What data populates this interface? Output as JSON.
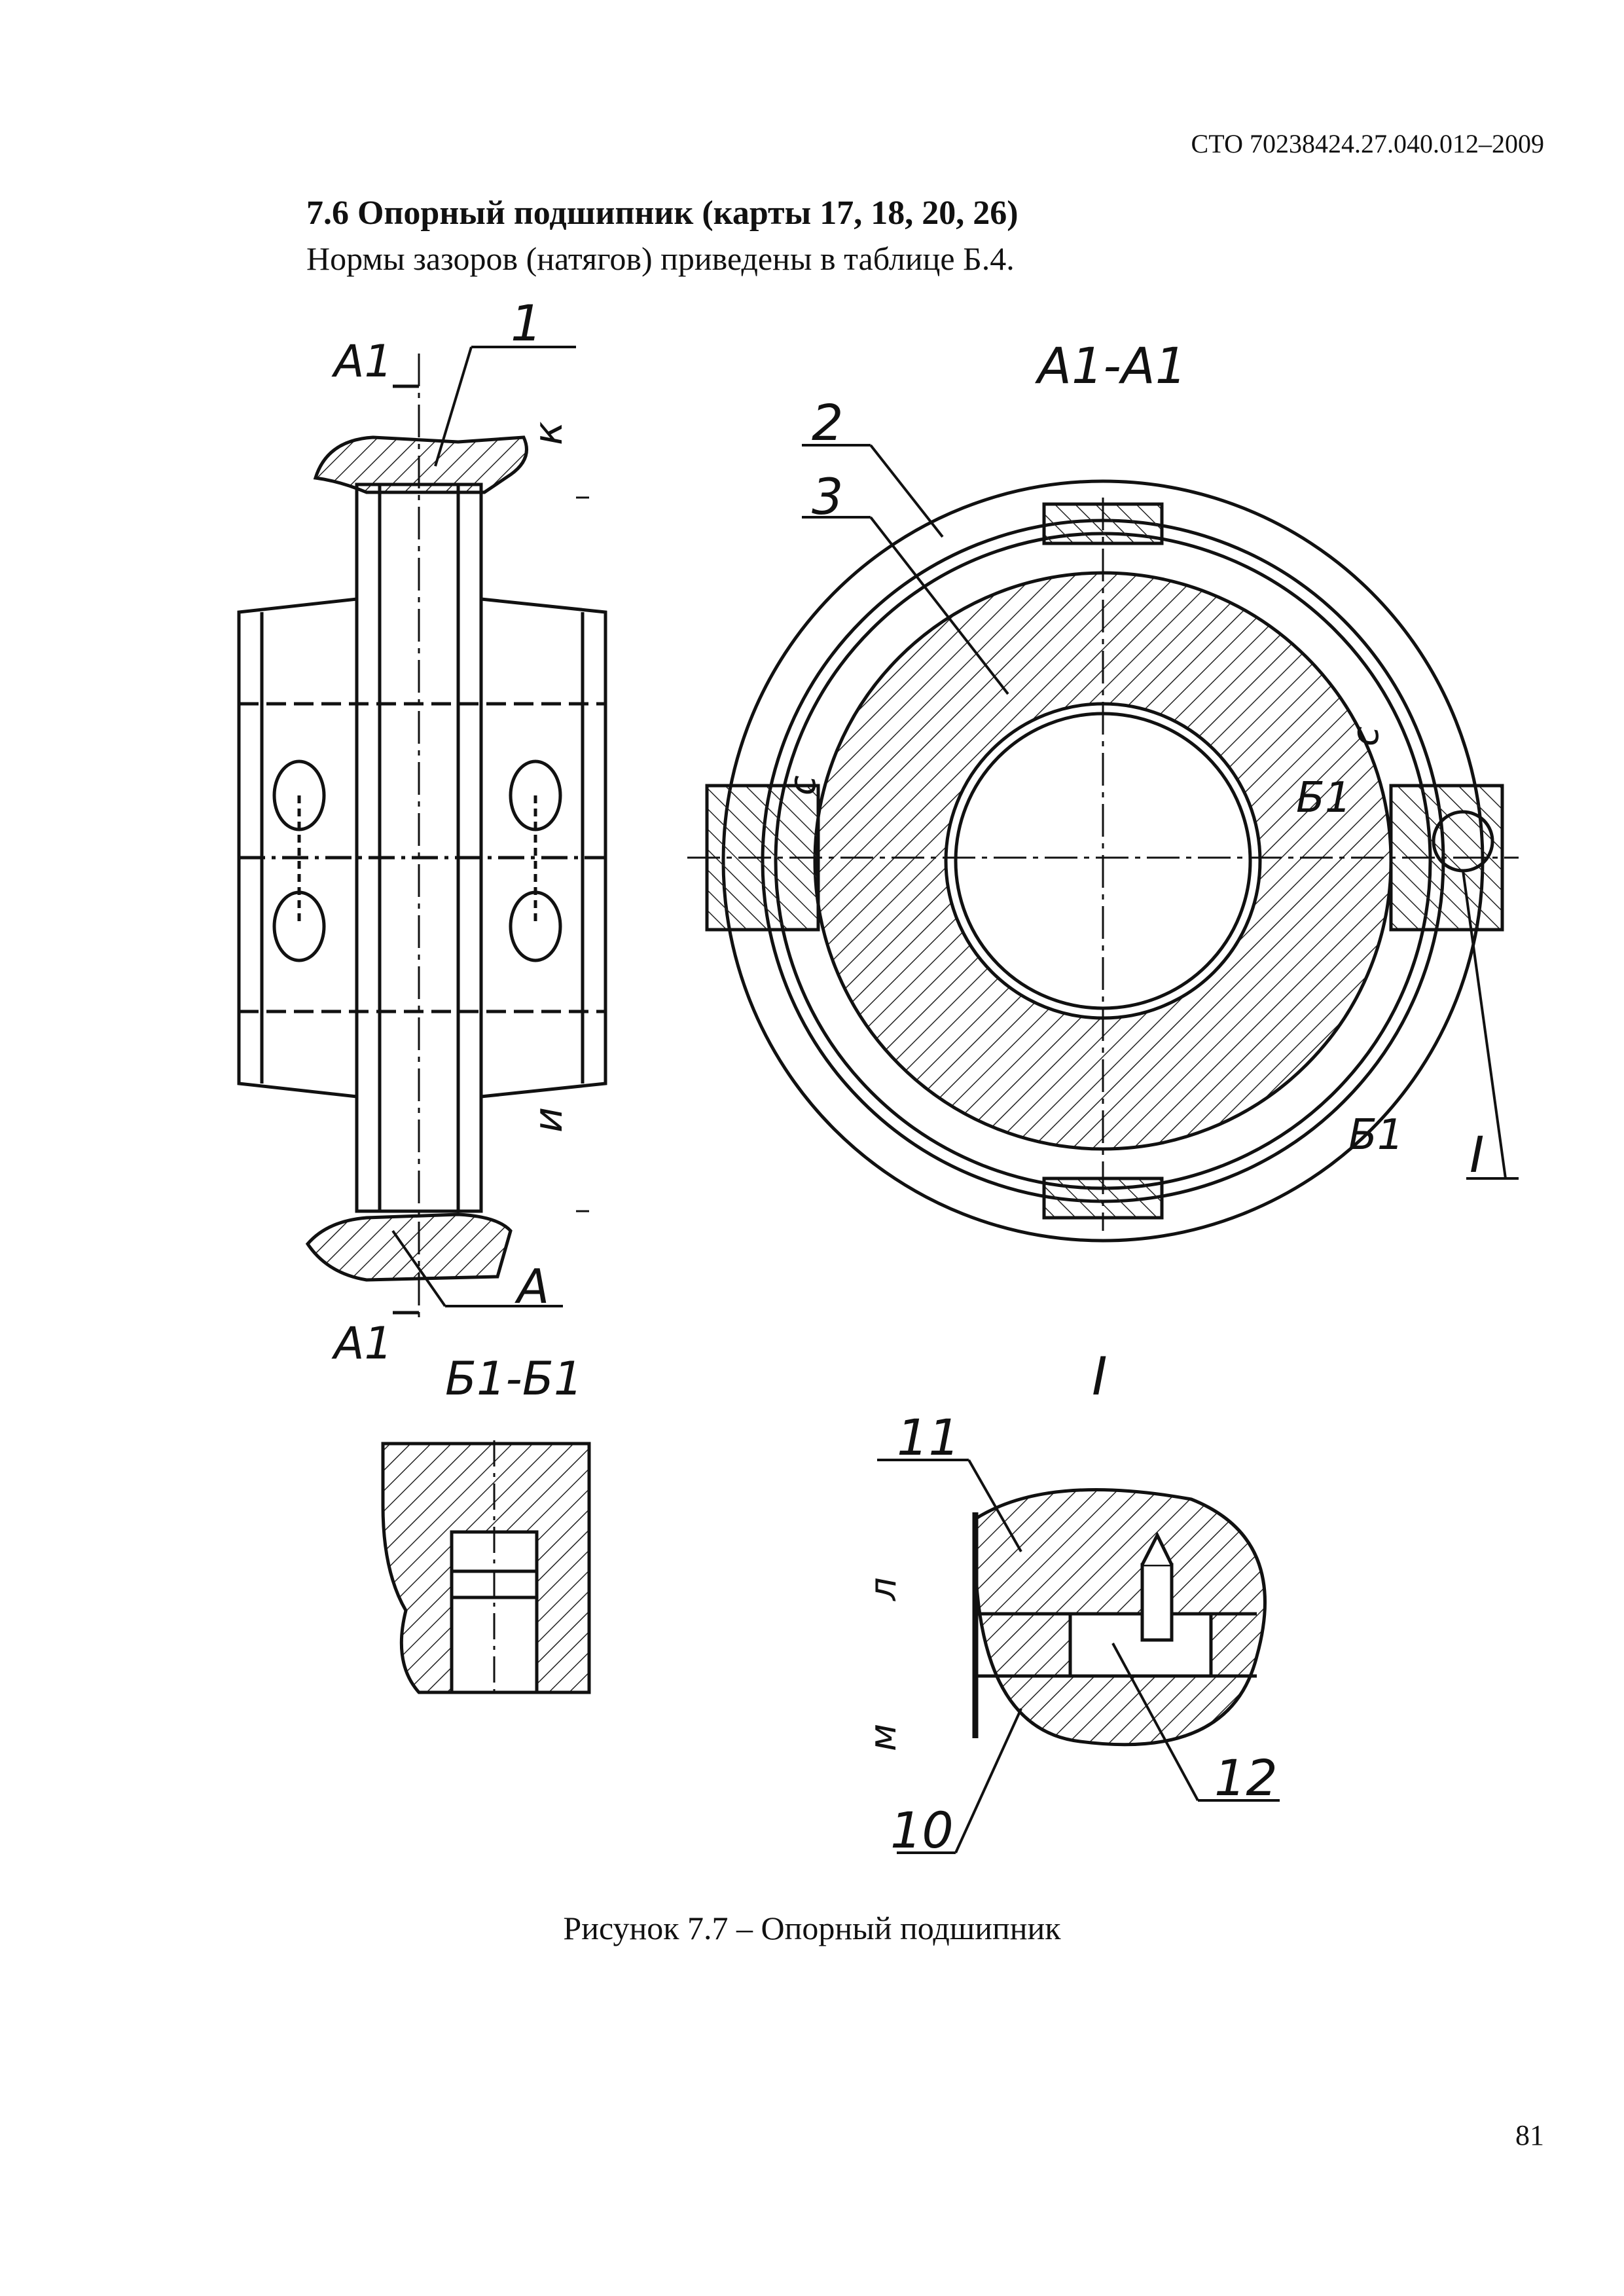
{
  "header": {
    "doc_code": "СТО 70238424.27.040.012–2009"
  },
  "section": {
    "title": "7.6 Опорный подшипник (карты 17, 18, 20, 26)",
    "text": "Нормы зазоров (натягов) приведены в таблице Б.4."
  },
  "figure": {
    "caption": "Рисунок 7.7 – Опорный подшипник",
    "section_labels": {
      "a1_a1": "А1-А1",
      "b1_b1": "Б1-Б1",
      "detail": "I"
    },
    "view_marks": {
      "a1_top": "А1",
      "a1_bottom": "А1",
      "a": "А",
      "b1_upper": "Б1",
      "b1_lower": "Б1",
      "detail_mark": "I"
    },
    "dimensions": {
      "k": "к",
      "i": "и",
      "s_left": "с",
      "s_right": "с",
      "l": "л",
      "m": "м"
    },
    "positions": [
      "1",
      "2",
      "3",
      "10",
      "11",
      "12"
    ]
  },
  "footer": {
    "page_number": "81"
  }
}
